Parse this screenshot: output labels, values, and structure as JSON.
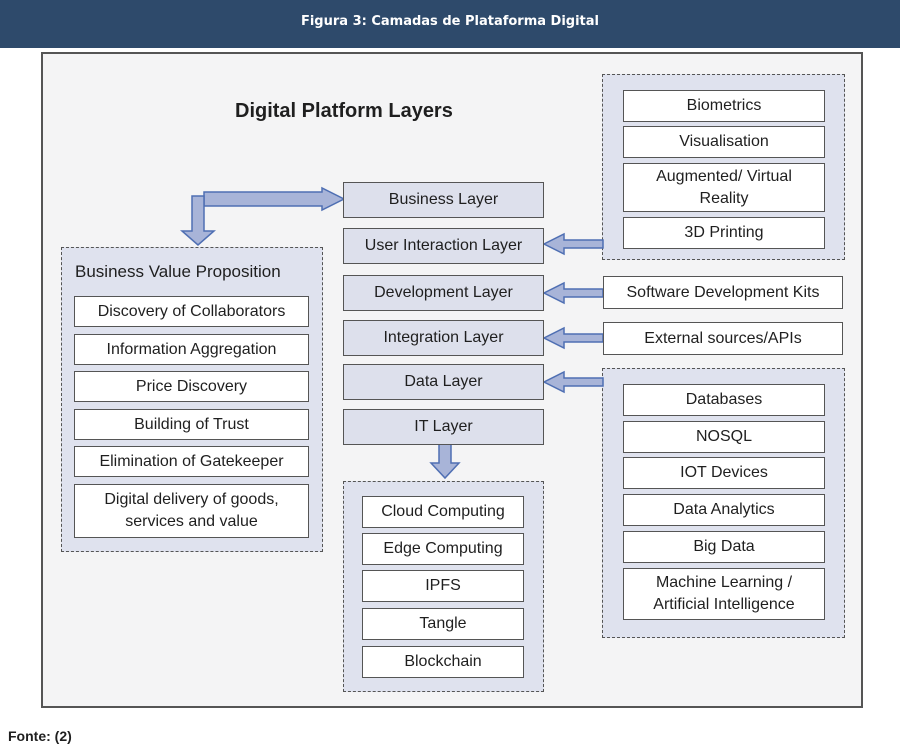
{
  "header": {
    "title": "Figura 3: Camadas de Plataforma Digital"
  },
  "diagram": {
    "title": "Digital Platform Layers",
    "layers": [
      "Business Layer",
      "User Interaction Layer",
      "Development Layer",
      "Integration Layer",
      "Data Layer",
      "IT Layer"
    ],
    "business_value": {
      "title": "Business Value Proposition",
      "items": [
        "Discovery of Collaborators",
        "Information Aggregation",
        "Price Discovery",
        "Building of Trust",
        "Elimination of Gatekeeper",
        "Digital delivery of goods, services and value"
      ]
    },
    "interaction_tech": [
      "Biometrics",
      "Visualisation",
      "Augmented/ Virtual Reality",
      "3D Printing"
    ],
    "development_tech": "Software Development Kits",
    "integration_tech": "External sources/APIs",
    "data_tech": [
      "Databases",
      "NOSQL",
      "IOT Devices",
      "Data Analytics",
      "Big Data",
      "Machine Learning / Artificial Intelligence"
    ],
    "it_tech": [
      "Cloud Computing",
      "Edge Computing",
      "IPFS",
      "Tangle",
      "Blockchain"
    ]
  },
  "colors": {
    "header_bg": "#2e4a6b",
    "group_fill": "#dfe2ee",
    "arrow_fill": "#a8b4d8",
    "arrow_stroke": "#4f6fb3"
  },
  "footer": {
    "source": "Fonte: (2)"
  }
}
